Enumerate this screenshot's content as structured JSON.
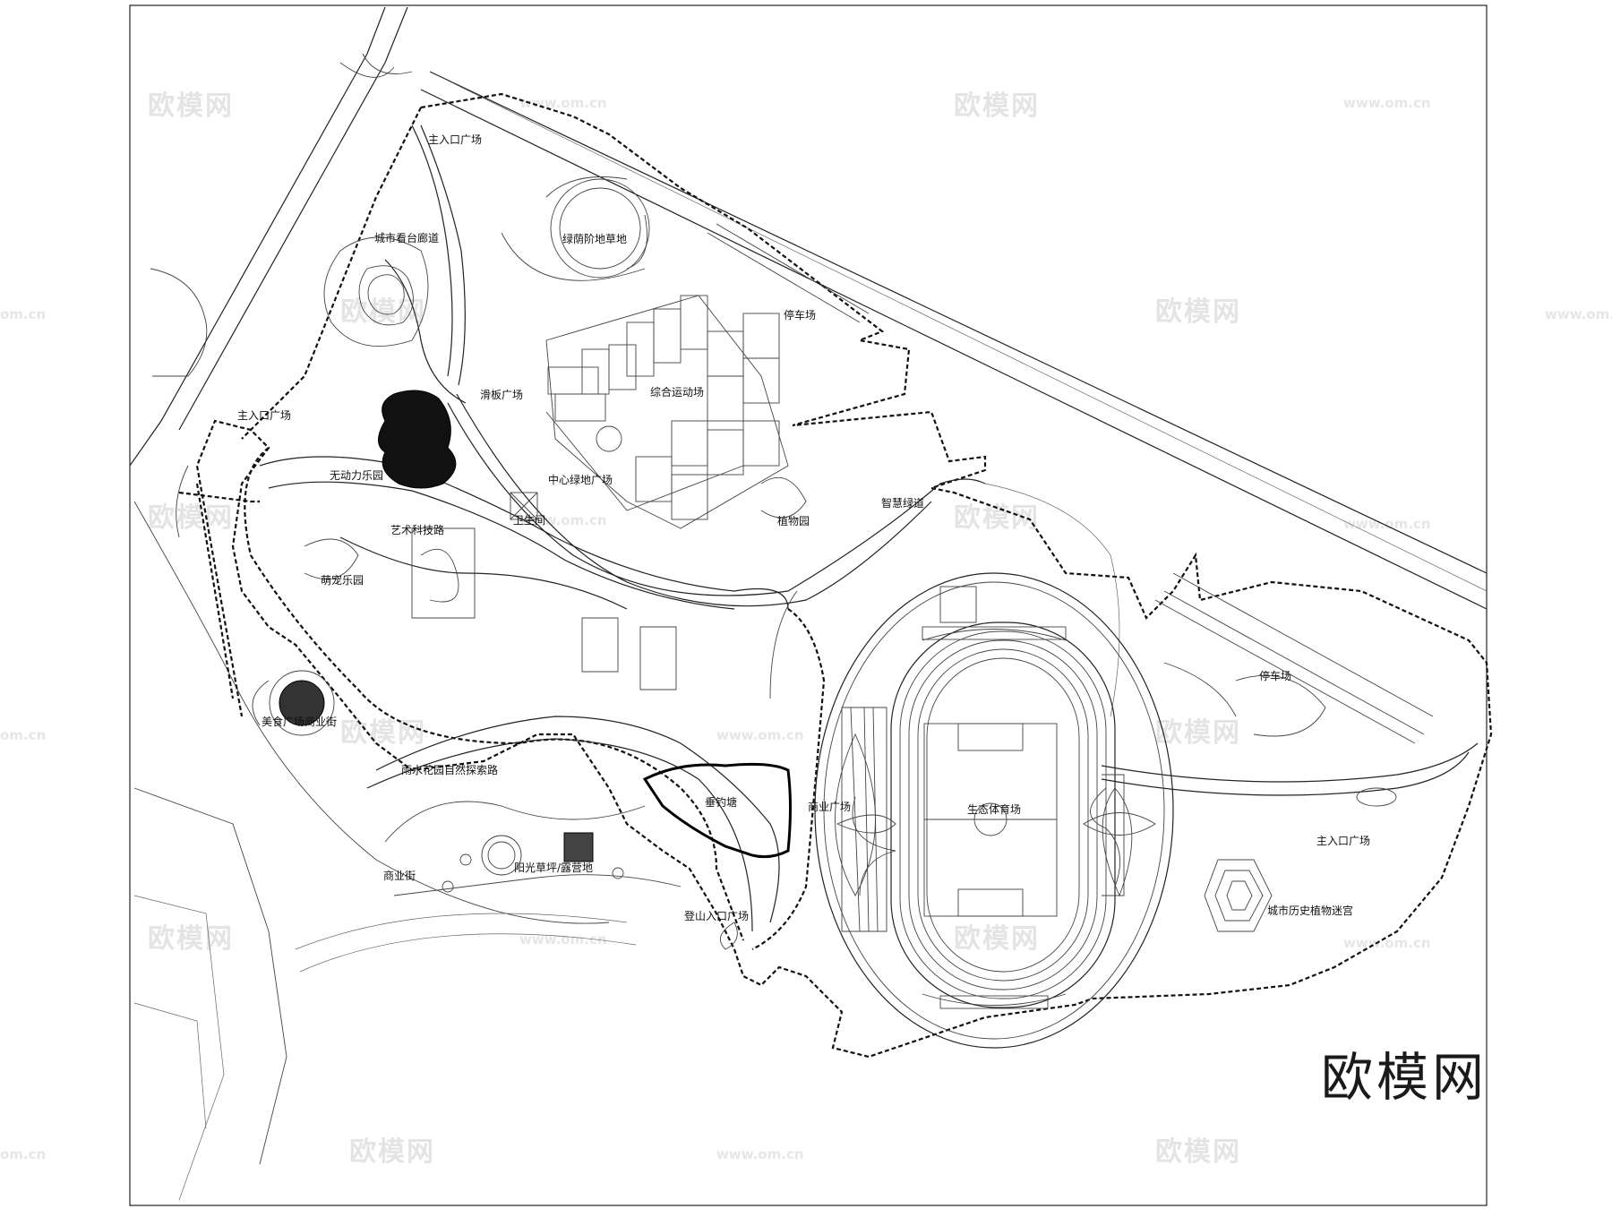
{
  "plan": {
    "labels": {
      "main_entrance_plaza_top": "主入口广场",
      "city_viewing_corridor": "城市看台廊道",
      "green_step_lawn": "绿荫阶地草地",
      "parking_top": "停车场",
      "main_entrance_plaza_left": "主入口广场",
      "skateboard_plaza": "滑板广场",
      "sports_field": "综合运动场",
      "unpowered_park": "无动力乐园",
      "central_plaza": "中心绿地广场",
      "toilet": "卫生间",
      "art_tech_road": "艺术科技路",
      "pet_park": "萌宠乐园",
      "wisdom_greenway": "智慧绿道",
      "botanical_garden": "植物园",
      "food_plaza": "美食广场商业街",
      "rain_garden_road": "雨水花园自然探索路",
      "fishing_pond": "垂钓塘",
      "commercial_plaza": "商业广场",
      "eco_stadium": "生态体育场",
      "parking_right": "停车场",
      "main_entrance_plaza_right": "主入口广场",
      "city_history_maze": "城市历史植物迷宫",
      "sunlight_lawn": "阳光草坪/露营地",
      "commercial_street": "商业街",
      "mountain_entrance": "登山入口广场"
    },
    "watermark": {
      "brand": "欧模网",
      "url": "www.om.cn",
      "url_cut": "om.cn",
      "url_cut_right": "www.om.cn"
    },
    "brand_logo": "欧模网"
  }
}
